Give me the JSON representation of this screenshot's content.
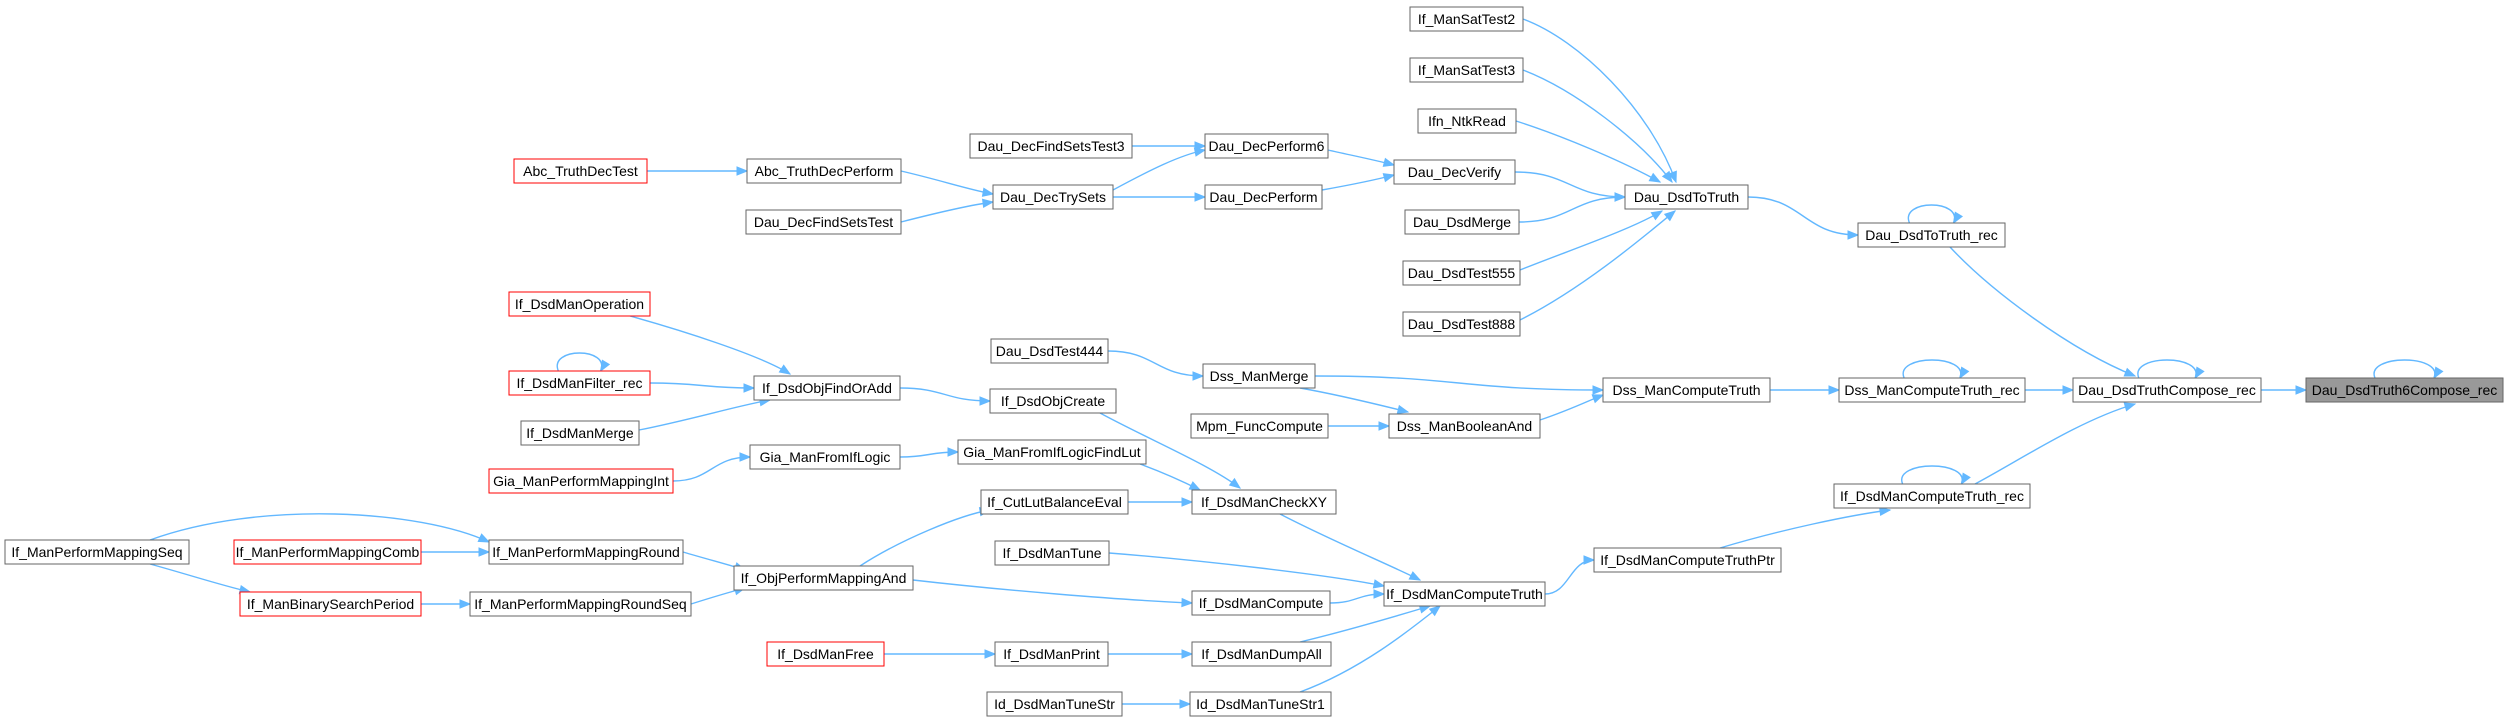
{
  "graph": {
    "root": "n-dau-dsdtruth6compose-rec",
    "colors": {
      "edge": "#63b8ff",
      "node_border": "#666666",
      "truncated_border": "#ff0000",
      "root_fill": "#999999"
    },
    "nodes": [
      {
        "id": "n-dau-dsdtruth6compose-rec",
        "label": "Dau_DsdTruth6Compose_rec",
        "kind": "root"
      },
      {
        "id": "n-dau-dsdtruthcompose-rec",
        "label": "Dau_DsdTruthCompose_rec",
        "kind": "normal"
      },
      {
        "id": "n-dau-dsdtotruth-rec",
        "label": "Dau_DsdToTruth_rec",
        "kind": "normal"
      },
      {
        "id": "n-dss-mancomputetruth-rec",
        "label": "Dss_ManComputeTruth_rec",
        "kind": "normal"
      },
      {
        "id": "n-if-dsdmancomputetruth-rec",
        "label": "If_DsdManComputeTruth_rec",
        "kind": "normal"
      },
      {
        "id": "n-dau-dsdtotruth",
        "label": "Dau_DsdToTruth",
        "kind": "normal"
      },
      {
        "id": "n-dss-mancomputetruth",
        "label": "Dss_ManComputeTruth",
        "kind": "normal"
      },
      {
        "id": "n-if-dsdmancomputetruthptr",
        "label": "If_DsdManComputeTruthPtr",
        "kind": "normal"
      },
      {
        "id": "n-if-mansattest2",
        "label": "If_ManSatTest2",
        "kind": "normal"
      },
      {
        "id": "n-if-mansattest3",
        "label": "If_ManSatTest3",
        "kind": "normal"
      },
      {
        "id": "n-ifn-ntkread",
        "label": "Ifn_NtkRead",
        "kind": "normal"
      },
      {
        "id": "n-dau-decverify",
        "label": "Dau_DecVerify",
        "kind": "normal"
      },
      {
        "id": "n-dau-dsdmerge",
        "label": "Dau_DsdMerge",
        "kind": "normal"
      },
      {
        "id": "n-dau-dsdtest555",
        "label": "Dau_DsdTest555",
        "kind": "normal"
      },
      {
        "id": "n-dau-dsdtest888",
        "label": "Dau_DsdTest888",
        "kind": "normal"
      },
      {
        "id": "n-dss-manmerge",
        "label": "Dss_ManMerge",
        "kind": "normal"
      },
      {
        "id": "n-dss-manbooleanand",
        "label": "Dss_ManBooleanAnd",
        "kind": "normal"
      },
      {
        "id": "n-if-dsdmancomputetruth",
        "label": "If_DsdManComputeTruth",
        "kind": "normal"
      },
      {
        "id": "n-dau-decperform6",
        "label": "Dau_DecPerform6",
        "kind": "normal"
      },
      {
        "id": "n-dau-decperform",
        "label": "Dau_DecPerform",
        "kind": "normal"
      },
      {
        "id": "n-dau-dsdtest444",
        "label": "Dau_DsdTest444",
        "kind": "normal"
      },
      {
        "id": "n-mpm-funccompute",
        "label": "Mpm_FuncCompute",
        "kind": "normal"
      },
      {
        "id": "n-if-dsdmancheckxy",
        "label": "If_DsdManCheckXY",
        "kind": "normal"
      },
      {
        "id": "n-if-dsdmancompute",
        "label": "If_DsdManCompute",
        "kind": "normal"
      },
      {
        "id": "n-if-dsdmandumpall",
        "label": "If_DsdManDumpAll",
        "kind": "normal"
      },
      {
        "id": "n-id-dsdmantunestr1",
        "label": "Id_DsdManTuneStr1",
        "kind": "normal"
      },
      {
        "id": "n-dau-decfindsetstest3",
        "label": "Dau_DecFindSetsTest3",
        "kind": "normal"
      },
      {
        "id": "n-dau-dectrysets",
        "label": "Dau_DecTrySets",
        "kind": "normal"
      },
      {
        "id": "n-if-dsdobjcreate",
        "label": "If_DsdObjCreate",
        "kind": "normal"
      },
      {
        "id": "n-gia-manfromiflogicfindlut",
        "label": "Gia_ManFromIfLogicFindLut",
        "kind": "normal"
      },
      {
        "id": "n-if-cutlutbalanceeval",
        "label": "If_CutLutBalanceEval",
        "kind": "normal"
      },
      {
        "id": "n-if-dsdmantune",
        "label": "If_DsdManTune",
        "kind": "normal"
      },
      {
        "id": "n-if-objperformmappingand",
        "label": "If_ObjPerformMappingAnd",
        "kind": "normal"
      },
      {
        "id": "n-if-dsdmanprint",
        "label": "If_DsdManPrint",
        "kind": "normal"
      },
      {
        "id": "n-id-dsdmantunestr",
        "label": "Id_DsdManTuneStr",
        "kind": "normal"
      },
      {
        "id": "n-abc-truthdecperform",
        "label": "Abc_TruthDecPerform",
        "kind": "normal"
      },
      {
        "id": "n-dau-decfindsetstest",
        "label": "Dau_DecFindSetsTest",
        "kind": "normal"
      },
      {
        "id": "n-if-dsdobjfindoradd",
        "label": "If_DsdObjFindOrAdd",
        "kind": "normal"
      },
      {
        "id": "n-gia-manfromiflogic",
        "label": "Gia_ManFromIfLogic",
        "kind": "normal"
      },
      {
        "id": "n-if-manperformmappinground",
        "label": "If_ManPerformMappingRound",
        "kind": "normal"
      },
      {
        "id": "n-if-manperformmappingroundseq",
        "label": "If_ManPerformMappingRoundSeq",
        "kind": "normal"
      },
      {
        "id": "n-if-dsdmanfree",
        "label": "If_DsdManFree",
        "kind": "truncated"
      },
      {
        "id": "n-abc-truthdectest",
        "label": "Abc_TruthDecTest",
        "kind": "truncated"
      },
      {
        "id": "n-if-dsdmanoperation",
        "label": "If_DsdManOperation",
        "kind": "truncated"
      },
      {
        "id": "n-if-dsdmanfilter-rec",
        "label": "If_DsdManFilter_rec",
        "kind": "truncated"
      },
      {
        "id": "n-if-dsdmanmerge",
        "label": "If_DsdManMerge",
        "kind": "normal"
      },
      {
        "id": "n-gia-manperformmappingint",
        "label": "Gia_ManPerformMappingInt",
        "kind": "truncated"
      },
      {
        "id": "n-if-manperformmappingcomb",
        "label": "If_ManPerformMappingComb",
        "kind": "truncated"
      },
      {
        "id": "n-if-manbinarysearchperiod",
        "label": "If_ManBinarySearchPeriod",
        "kind": "truncated"
      },
      {
        "id": "n-if-manperformmappingseq",
        "label": "If_ManPerformMappingSeq",
        "kind": "normal"
      }
    ],
    "edges": [
      {
        "from": "n-dau-dsdtruth6compose-rec",
        "to": "n-dau-dsdtruth6compose-rec"
      },
      {
        "from": "n-dau-dsdtruthcompose-rec",
        "to": "n-dau-dsdtruth6compose-rec"
      },
      {
        "from": "n-dau-dsdtruthcompose-rec",
        "to": "n-dau-dsdtruthcompose-rec"
      },
      {
        "from": "n-dau-dsdtotruth-rec",
        "to": "n-dau-dsdtruthcompose-rec"
      },
      {
        "from": "n-dss-mancomputetruth-rec",
        "to": "n-dau-dsdtruthcompose-rec"
      },
      {
        "from": "n-if-dsdmancomputetruth-rec",
        "to": "n-dau-dsdtruthcompose-rec"
      },
      {
        "from": "n-dau-dsdtotruth-rec",
        "to": "n-dau-dsdtotruth-rec"
      },
      {
        "from": "n-dss-mancomputetruth-rec",
        "to": "n-dss-mancomputetruth-rec"
      },
      {
        "from": "n-if-dsdmancomputetruth-rec",
        "to": "n-if-dsdmancomputetruth-rec"
      },
      {
        "from": "n-dau-dsdtotruth",
        "to": "n-dau-dsdtotruth-rec"
      },
      {
        "from": "n-dss-mancomputetruth",
        "to": "n-dss-mancomputetruth-rec"
      },
      {
        "from": "n-if-dsdmancomputetruthptr",
        "to": "n-if-dsdmancomputetruth-rec"
      },
      {
        "from": "n-if-mansattest2",
        "to": "n-dau-dsdtotruth"
      },
      {
        "from": "n-if-mansattest3",
        "to": "n-dau-dsdtotruth"
      },
      {
        "from": "n-ifn-ntkread",
        "to": "n-dau-dsdtotruth"
      },
      {
        "from": "n-dau-decverify",
        "to": "n-dau-dsdtotruth"
      },
      {
        "from": "n-dau-dsdmerge",
        "to": "n-dau-dsdtotruth"
      },
      {
        "from": "n-dau-dsdtest555",
        "to": "n-dau-dsdtotruth"
      },
      {
        "from": "n-dau-dsdtest888",
        "to": "n-dau-dsdtotruth"
      },
      {
        "from": "n-dss-manmerge",
        "to": "n-dss-mancomputetruth"
      },
      {
        "from": "n-dss-manbooleanand",
        "to": "n-dss-mancomputetruth"
      },
      {
        "from": "n-if-dsdmancomputetruth",
        "to": "n-if-dsdmancomputetruthptr"
      },
      {
        "from": "n-dau-decperform6",
        "to": "n-dau-decverify"
      },
      {
        "from": "n-dau-decperform",
        "to": "n-dau-decverify"
      },
      {
        "from": "n-dau-dsdtest444",
        "to": "n-dss-manmerge"
      },
      {
        "from": "n-dss-manmerge",
        "to": "n-dss-manbooleanand"
      },
      {
        "from": "n-mpm-funccompute",
        "to": "n-dss-manbooleanand"
      },
      {
        "from": "n-if-dsdmancheckxy",
        "to": "n-if-dsdmancomputetruth"
      },
      {
        "from": "n-if-dsdmancompute",
        "to": "n-if-dsdmancomputetruth"
      },
      {
        "from": "n-if-dsdmandumpall",
        "to": "n-if-dsdmancomputetruth"
      },
      {
        "from": "n-id-dsdmantunestr1",
        "to": "n-if-dsdmancomputetruth"
      },
      {
        "from": "n-dau-decfindsetstest3",
        "to": "n-dau-decperform6"
      },
      {
        "from": "n-dau-dectrysets",
        "to": "n-dau-decperform6"
      },
      {
        "from": "n-dau-dectrysets",
        "to": "n-dau-decperform"
      },
      {
        "from": "n-if-dsdobjcreate",
        "to": "n-if-dsdmancheckxy"
      },
      {
        "from": "n-gia-manfromiflogicfindlut",
        "to": "n-if-dsdmancheckxy"
      },
      {
        "from": "n-if-cutlutbalanceeval",
        "to": "n-if-dsdmancheckxy"
      },
      {
        "from": "n-if-dsdmantune",
        "to": "n-if-dsdmancomputetruth"
      },
      {
        "from": "n-if-objperformmappingand",
        "to": "n-if-dsdmancompute"
      },
      {
        "from": "n-if-dsdmanprint",
        "to": "n-if-dsdmandumpall"
      },
      {
        "from": "n-id-dsdmantunestr",
        "to": "n-id-dsdmantunestr1"
      },
      {
        "from": "n-abc-truthdecperform",
        "to": "n-dau-dectrysets"
      },
      {
        "from": "n-dau-decfindsetstest",
        "to": "n-dau-dectrysets"
      },
      {
        "from": "n-if-dsdobjfindoradd",
        "to": "n-if-dsdobjcreate"
      },
      {
        "from": "n-gia-manfromiflogic",
        "to": "n-gia-manfromiflogicfindlut"
      },
      {
        "from": "n-if-objperformmappingand",
        "to": "n-if-cutlutbalanceeval"
      },
      {
        "from": "n-if-manperformmappinground",
        "to": "n-if-objperformmappingand"
      },
      {
        "from": "n-if-manperformmappingroundseq",
        "to": "n-if-objperformmappingand"
      },
      {
        "from": "n-if-dsdmanfree",
        "to": "n-if-dsdmanprint"
      },
      {
        "from": "n-abc-truthdectest",
        "to": "n-abc-truthdecperform"
      },
      {
        "from": "n-if-dsdmanoperation",
        "to": "n-if-dsdobjfindoradd"
      },
      {
        "from": "n-if-dsdmanfilter-rec",
        "to": "n-if-dsdobjfindoradd"
      },
      {
        "from": "n-if-dsdmanfilter-rec",
        "to": "n-if-dsdmanfilter-rec"
      },
      {
        "from": "n-if-dsdmanmerge",
        "to": "n-if-dsdobjfindoradd"
      },
      {
        "from": "n-gia-manperformmappingint",
        "to": "n-gia-manfromiflogic"
      },
      {
        "from": "n-if-manperformmappingcomb",
        "to": "n-if-manperformmappinground"
      },
      {
        "from": "n-if-manbinarysearchperiod",
        "to": "n-if-manperformmappingroundseq"
      },
      {
        "from": "n-if-manperformmappingseq",
        "to": "n-if-manperformmappinground"
      },
      {
        "from": "n-if-manperformmappingseq",
        "to": "n-if-manbinarysearchperiod"
      }
    ]
  }
}
